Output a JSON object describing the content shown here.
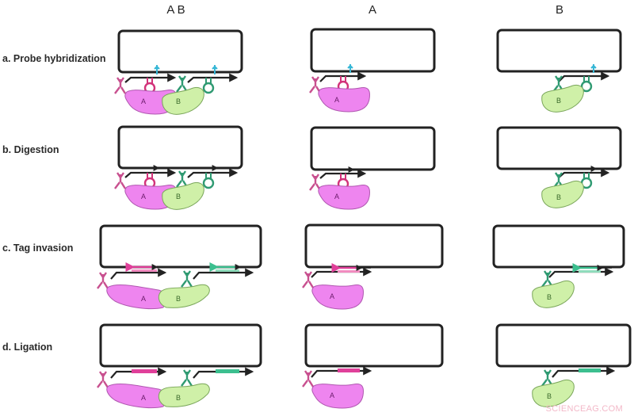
{
  "columns": [
    {
      "id": "AB",
      "label": "A B"
    },
    {
      "id": "A",
      "label": "A"
    },
    {
      "id": "B",
      "label": "B"
    }
  ],
  "rows": [
    {
      "id": "a",
      "label": "a. Probe hybridization"
    },
    {
      "id": "b",
      "label": "b. Digestion"
    },
    {
      "id": "c",
      "label": "c. Tag invasion"
    },
    {
      "id": "d",
      "label": "d. Ligation"
    }
  ],
  "cells": {
    "A": "A",
    "B": "B"
  },
  "colors": {
    "target_A": "#ee85ef",
    "target_B": "#cff0a8",
    "probe_A": "#d2337a",
    "probe_B": "#2f9a72",
    "tag_A": "#e0409a",
    "tag_B": "#3cbf8f",
    "enzyme_site": "#38b7d6",
    "strand": "#222222"
  },
  "watermark": "SCIENCEAG.COM"
}
